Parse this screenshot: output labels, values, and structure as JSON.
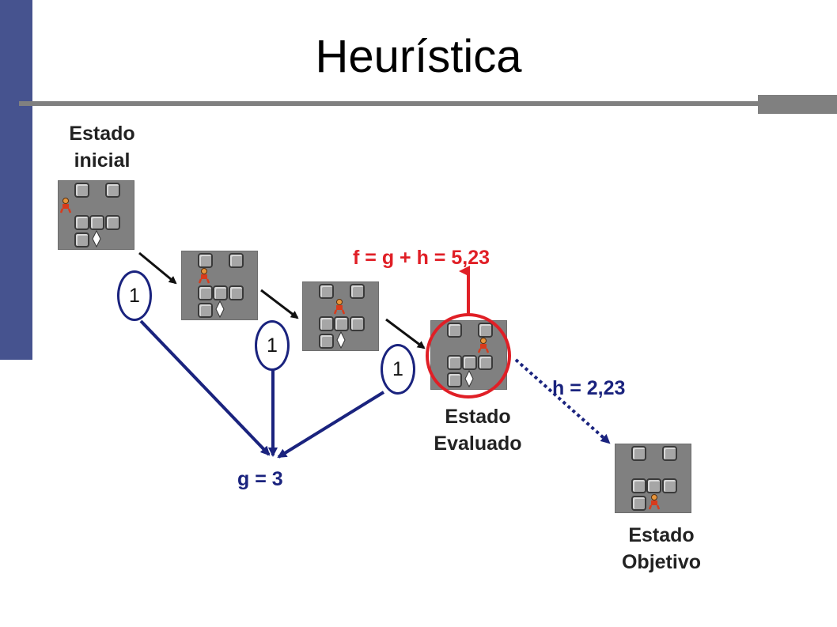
{
  "title": "Heurística",
  "labels": {
    "initial_line1": "Estado",
    "initial_line2": "inicial",
    "evaluated_line1": "Estado",
    "evaluated_line2": "Evaluado",
    "goal_line1": "Estado",
    "goal_line2": "Objetivo",
    "f_formula": "f = g + h = 5,23",
    "h_value": "h = 2,23",
    "g_value": "g = 3"
  },
  "step_costs": [
    "1",
    "1",
    "1"
  ],
  "colors": {
    "sidebar": "#46538f",
    "rule": "#808080",
    "accent_red": "#e01f26",
    "accent_blue": "#1a237e",
    "board": "#808080"
  },
  "icons": {
    "player": "person-icon",
    "target": "diamond-icon",
    "box": "box-icon"
  }
}
